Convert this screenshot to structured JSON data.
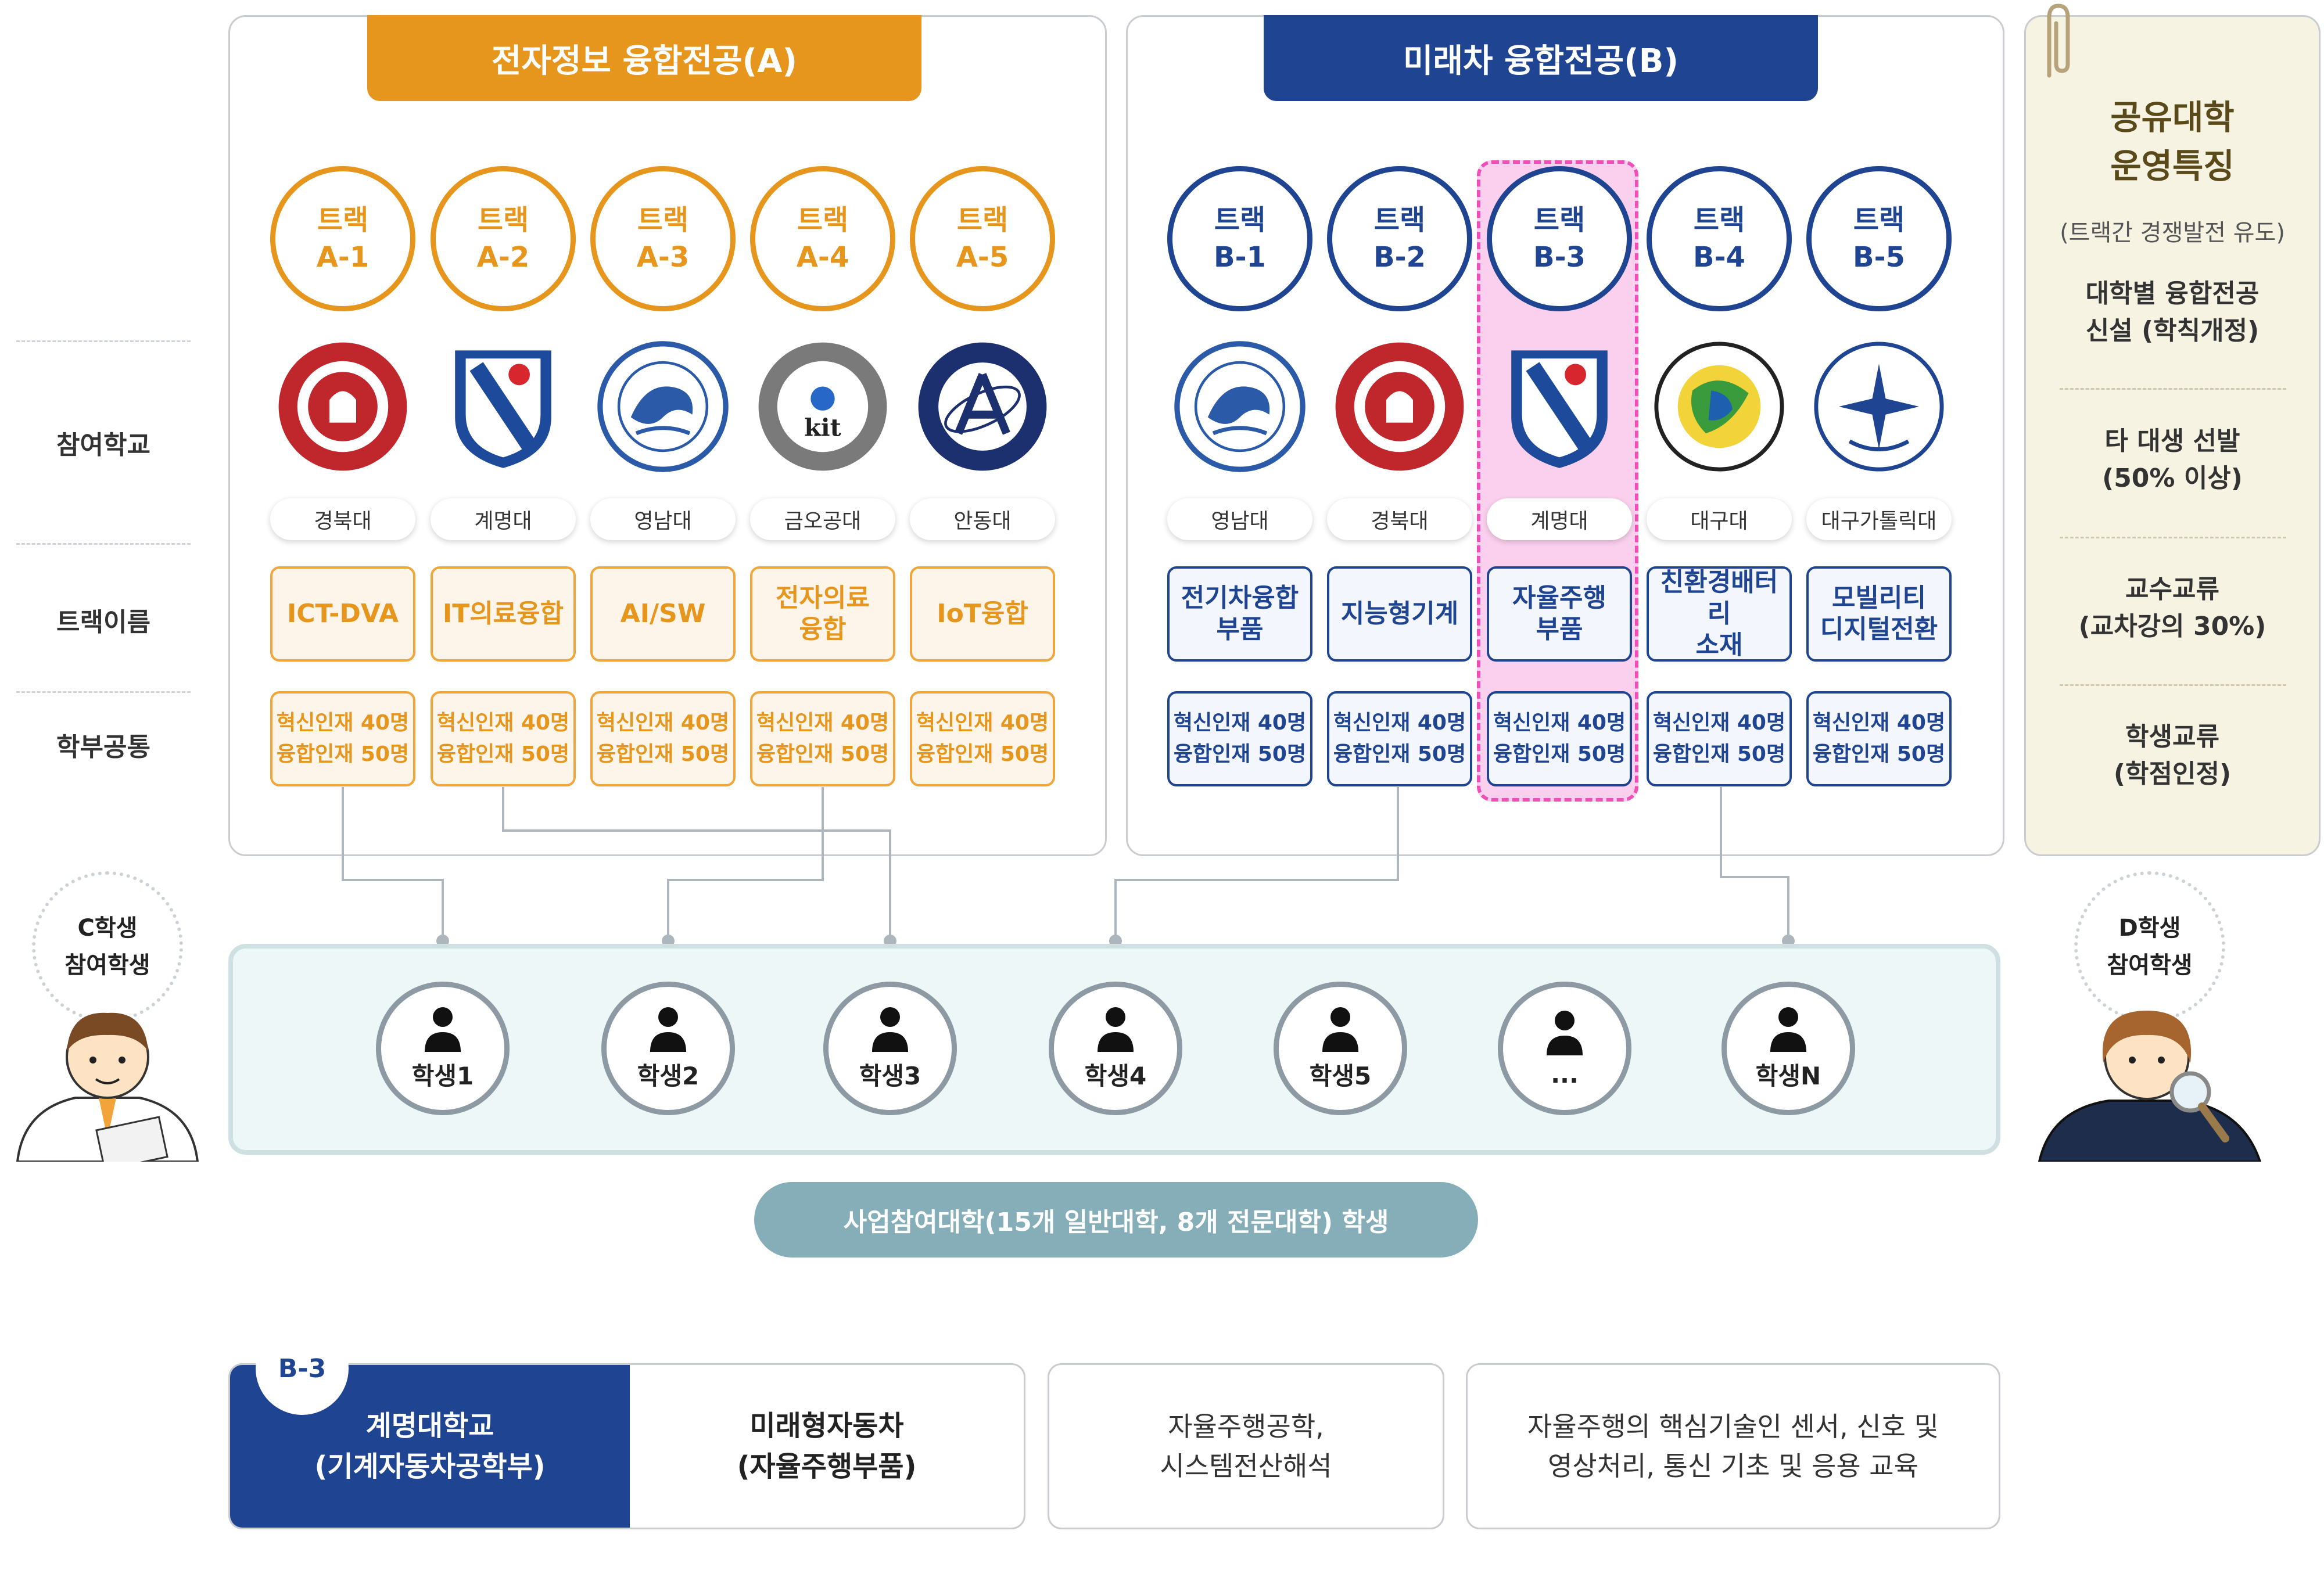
{
  "groups": {
    "a": {
      "title": "전자정보 융합전공(A)",
      "color": "#e6961d"
    },
    "b": {
      "title": "미래차 융합전공(B)",
      "color": "#1f4592"
    }
  },
  "row_labels": {
    "schools": "참여학교",
    "track_names": "트랙이름",
    "common": "학부공통"
  },
  "tracks_a": [
    {
      "l1": "트랙",
      "l2": "A-1",
      "school": "경북대",
      "logo": "kyungpook-seal",
      "name": "ICT-DVA",
      "q1": "혁신인재 40명",
      "q2": "융합인재 50명"
    },
    {
      "l1": "트랙",
      "l2": "A-2",
      "school": "계명대",
      "logo": "keimyung-shield",
      "name": "IT의료융합",
      "q1": "혁신인재 40명",
      "q2": "융합인재 50명"
    },
    {
      "l1": "트랙",
      "l2": "A-3",
      "school": "영남대",
      "logo": "yeungnam-seal",
      "name": "AI/SW",
      "q1": "혁신인재 40명",
      "q2": "융합인재 50명"
    },
    {
      "l1": "트랙",
      "l2": "A-4",
      "school": "금오공대",
      "logo": "kit-seal",
      "logo_text": "kit",
      "name": "전자의료\n융합",
      "q1": "혁신인재 40명",
      "q2": "융합인재 50명"
    },
    {
      "l1": "트랙",
      "l2": "A-5",
      "school": "안동대",
      "logo": "andong-seal",
      "name": "IoT융합",
      "q1": "혁신인재 40명",
      "q2": "융합인재 50명"
    }
  ],
  "tracks_b": [
    {
      "l1": "트랙",
      "l2": "B-1",
      "school": "영남대",
      "logo": "yeungnam-seal",
      "name": "전기차융합\n부품",
      "q1": "혁신인재 40명",
      "q2": "융합인재 50명"
    },
    {
      "l1": "트랙",
      "l2": "B-2",
      "school": "경북대",
      "logo": "kyungpook-seal",
      "name": "지능형기계",
      "q1": "혁신인재 40명",
      "q2": "융합인재 50명"
    },
    {
      "l1": "트랙",
      "l2": "B-3",
      "school": "계명대",
      "logo": "keimyung-shield",
      "name": "자율주행\n부품",
      "q1": "혁신인재 40명",
      "q2": "융합인재 50명",
      "highlight": true
    },
    {
      "l1": "트랙",
      "l2": "B-4",
      "school": "대구대",
      "logo": "daegu-seal",
      "name": "친환경배터리\n소재",
      "q1": "혁신인재 40명",
      "q2": "융합인재 50명"
    },
    {
      "l1": "트랙",
      "l2": "B-5",
      "school": "대구가톨릭대",
      "logo": "dcu-seal",
      "name": "모빌리티\n디지털전환",
      "q1": "혁신인재 40명",
      "q2": "융합인재 50명"
    }
  ],
  "features": {
    "title": "공유대학\n운영특징",
    "subtitle": "(트랙간 경쟁발전 유도)",
    "items": [
      "대학별 융합전공\n신설 (학칙개정)",
      "타 대생 선발\n(50% 이상)",
      "교수교류\n(교차강의 30%)",
      "학생교류\n(학점인정)"
    ]
  },
  "students": [
    "학생1",
    "학생2",
    "학생3",
    "학생4",
    "학생5",
    "...",
    "학생N"
  ],
  "participants": {
    "c": "C학생\n참여학생",
    "d": "D학생\n참여학생"
  },
  "participating_univ": "사업참여대학(15개 일반대학, 8개 전문대학) 학생",
  "detail": {
    "badge": "B-3",
    "school": "계명대학교\n(기계자동차공학부)",
    "major": "미래형자동차\n(자율주행부품)",
    "courses": "자율주행공학,\n시스템전산해석",
    "description": "자율주행의 핵심기술인 센서, 신호 및\n영상처리, 통신 기초 및 응용 교육"
  },
  "colors": {
    "orange": "#e6961d",
    "navy": "#1f4592",
    "teal": "#86aeb8",
    "pink": "#f9c9ea",
    "cream": "#f6f3e3"
  }
}
